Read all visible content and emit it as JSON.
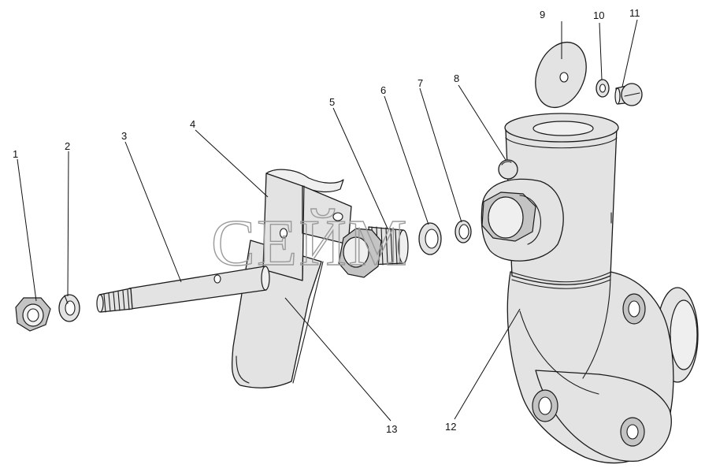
{
  "watermark": "CЕЙМ",
  "callouts": [
    "1",
    "2",
    "3",
    "4",
    "5",
    "6",
    "7",
    "8",
    "9",
    "10",
    "11",
    "12",
    "13"
  ]
}
